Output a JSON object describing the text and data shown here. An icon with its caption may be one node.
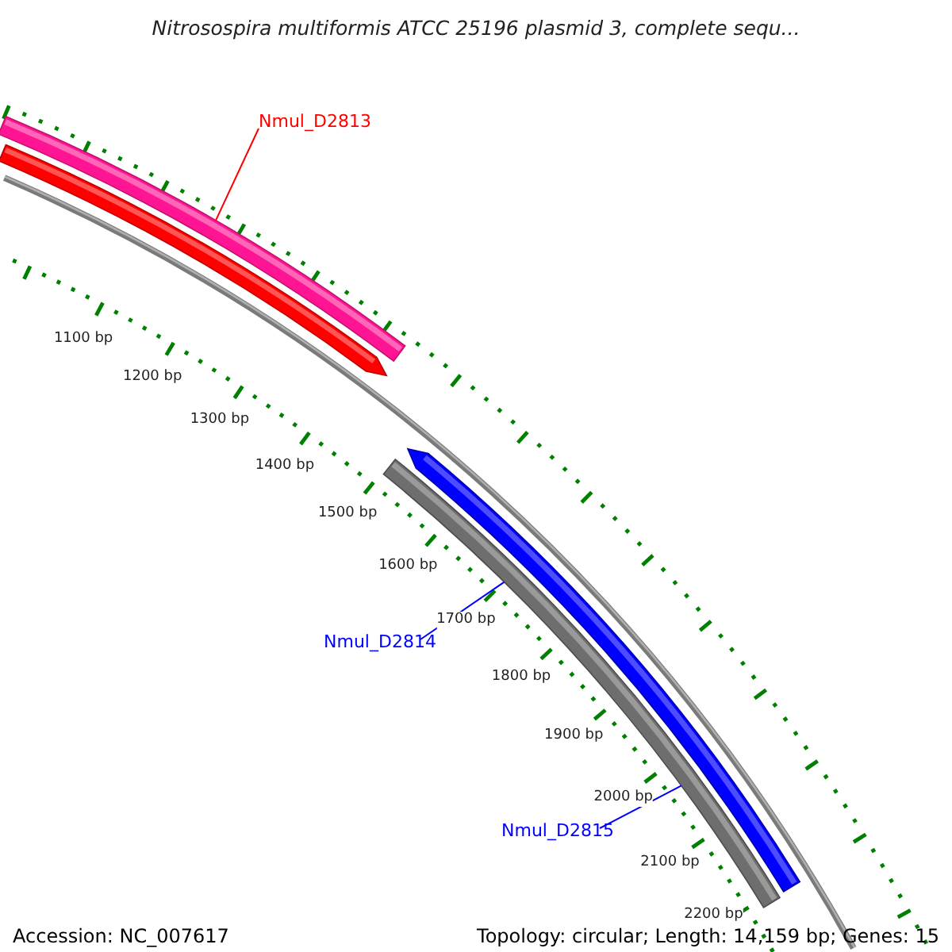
{
  "diagram": {
    "title": "Nitrosospira multiformis ATCC 25196 plasmid 3, complete sequ...",
    "nodes": [
      {
        "text": [
          "Nmul_D2813"
        ]
      },
      {
        "text": [],
        "shape": "bar"
      },
      {
        "text": [],
        "shape": "arrow"
      },
      {
        "text": [],
        "shape": "arrow"
      },
      {
        "text": [],
        "shape": "bar"
      },
      {
        "text": [
          "Nmul_D2814"
        ]
      },
      {
        "text": [
          "Nmul_D2815"
        ]
      }
    ],
    "edges": [
      {
        "from": 0,
        "to": 1,
        "arrow": "none",
        "color": "#ff0000"
      },
      {
        "from": 5,
        "to": 4,
        "arrow": "none"
      },
      {
        "from": 6,
        "to": 4,
        "arrow": "none"
      }
    ],
    "labels": [
      "1100 bp",
      "1200 bp",
      "1300 bp",
      "1400 bp",
      "1500 bp",
      "1600 bp",
      "1700 bp",
      "1800 bp",
      "1900 bp",
      "2000 bp",
      "2100 bp",
      "2200 bp",
      "Accession: NC_007617",
      "Topology: circular; Length: 14,159 bp; Genes: 15"
    ]
  }
}
